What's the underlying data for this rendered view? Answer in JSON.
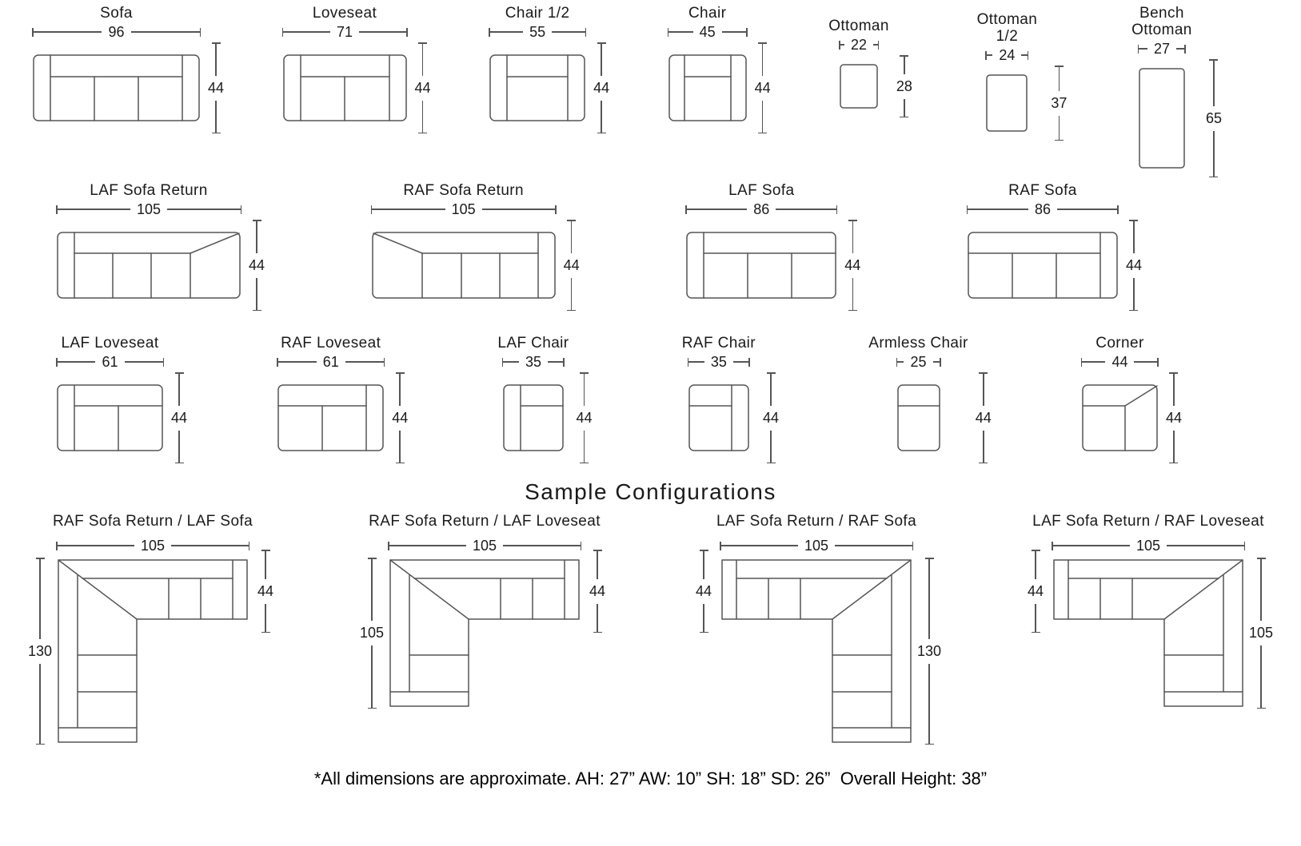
{
  "theme": {
    "line": "#555555",
    "text": "#1a1a1a"
  },
  "heading": {
    "sample_configurations": "Sample Configurations"
  },
  "footnote": "*All dimensions are approximate. AH: 27” AW: 10” SH: 18” SD: 26”  Overall Height: 38”",
  "pieces": {
    "sofa": {
      "label": "Sofa",
      "width": "96",
      "depth": "44"
    },
    "loveseat": {
      "label": "Loveseat",
      "width": "71",
      "depth": "44"
    },
    "chair_half": {
      "label": "Chair 1/2",
      "width": "55",
      "depth": "44"
    },
    "chair": {
      "label": "Chair",
      "width": "45",
      "depth": "44"
    },
    "ottoman": {
      "label": "Ottoman",
      "width": "22",
      "depth": "28"
    },
    "ottoman_half": {
      "label": "Ottoman 1/2",
      "width": "24",
      "depth": "37"
    },
    "bench_ottoman": {
      "label": "Bench Ottoman",
      "width": "27",
      "depth": "65"
    },
    "laf_sofa_return": {
      "label": "LAF Sofa Return",
      "width": "105",
      "depth": "44"
    },
    "raf_sofa_return": {
      "label": "RAF Sofa Return",
      "width": "105",
      "depth": "44"
    },
    "laf_sofa": {
      "label": "LAF Sofa",
      "width": "86",
      "depth": "44"
    },
    "raf_sofa": {
      "label": "RAF Sofa",
      "width": "86",
      "depth": "44"
    },
    "laf_loveseat": {
      "label": "LAF Loveseat",
      "width": "61",
      "depth": "44"
    },
    "raf_loveseat": {
      "label": "RAF Loveseat",
      "width": "61",
      "depth": "44"
    },
    "laf_chair": {
      "label": "LAF Chair",
      "width": "35",
      "depth": "44"
    },
    "raf_chair": {
      "label": "RAF Chair",
      "width": "35",
      "depth": "44"
    },
    "armless_chair": {
      "label": "Armless Chair",
      "width": "25",
      "depth": "44"
    },
    "corner": {
      "label": "Corner",
      "width": "44",
      "depth": "44"
    }
  },
  "configs": {
    "c1": {
      "label": "RAF Sofa Return / LAF Sofa",
      "width": "105",
      "bar_depth": "44",
      "side_depth": "130"
    },
    "c2": {
      "label": "RAF Sofa Return / LAF Loveseat",
      "width": "105",
      "bar_depth": "44",
      "side_depth": "105"
    },
    "c3": {
      "label": "LAF Sofa Return / RAF Sofa",
      "width": "105",
      "bar_depth": "44",
      "side_depth": "130"
    },
    "c4": {
      "label": "LAF Sofa Return / RAF Loveseat",
      "width": "105",
      "bar_depth": "44",
      "side_depth": "105"
    }
  }
}
